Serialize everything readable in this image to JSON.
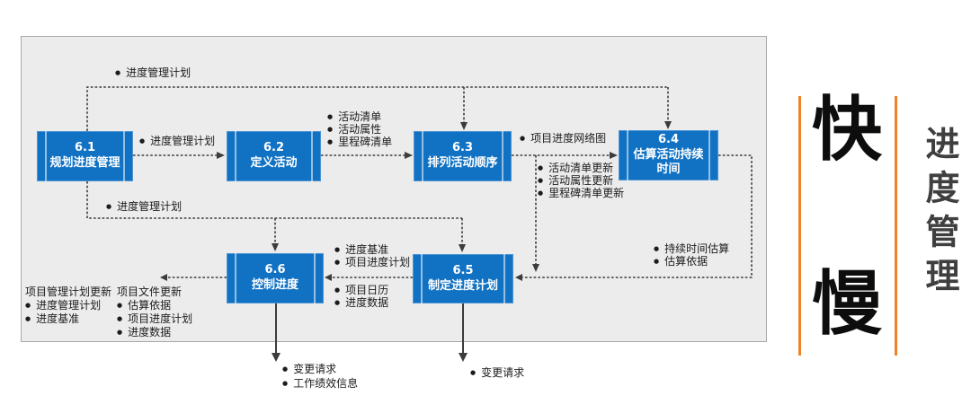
{
  "diagram_title": "进度管理",
  "colors": {
    "process_blue": "#1172c4",
    "panel_gray": "#ececec",
    "accent_orange": "#f08223",
    "wire_dark": "#3c3c3c"
  },
  "boxes": [
    {
      "number": "6.1",
      "name": "规划进度管理"
    },
    {
      "number": "6.2",
      "name": "定义活动"
    },
    {
      "number": "6.3",
      "name": "排列活动顺序"
    },
    {
      "number": "6.4",
      "name": "估算活动持续时间"
    },
    {
      "number": "6.5",
      "name": "制定进度计划"
    },
    {
      "number": "6.6",
      "name": "控制进度"
    }
  ],
  "labels": {
    "plan_top": "进度管理计划",
    "plan_mid": "进度管理计划",
    "plan_low": "进度管理计划",
    "activity_outputs": [
      "活动清单",
      "活动属性",
      "里程碑清单"
    ],
    "network_diagram": "项目进度网络图",
    "sequence_updates": [
      "活动清单更新",
      "活动属性更新",
      "里程碑清单更新"
    ],
    "duration_outputs": [
      "持续时间估算",
      "估算依据"
    ],
    "schedule_outputs_top": [
      "进度基准",
      "项目进度计划"
    ],
    "schedule_outputs_bottom": [
      "项目日历",
      "进度数据"
    ],
    "pm_plan_updates": {
      "title": "项目管理计划更新",
      "items": [
        "进度管理计划",
        "进度基准"
      ]
    },
    "doc_updates": {
      "title": "项目文件更新",
      "items": [
        "估算依据",
        "项目进度计划",
        "进度数据"
      ]
    },
    "control_outputs": [
      "变更请求",
      "工作绩效信息"
    ],
    "develop_outputs": [
      "变更请求"
    ]
  },
  "side": {
    "fast": "快",
    "slow": "慢",
    "title": "进度管理"
  }
}
